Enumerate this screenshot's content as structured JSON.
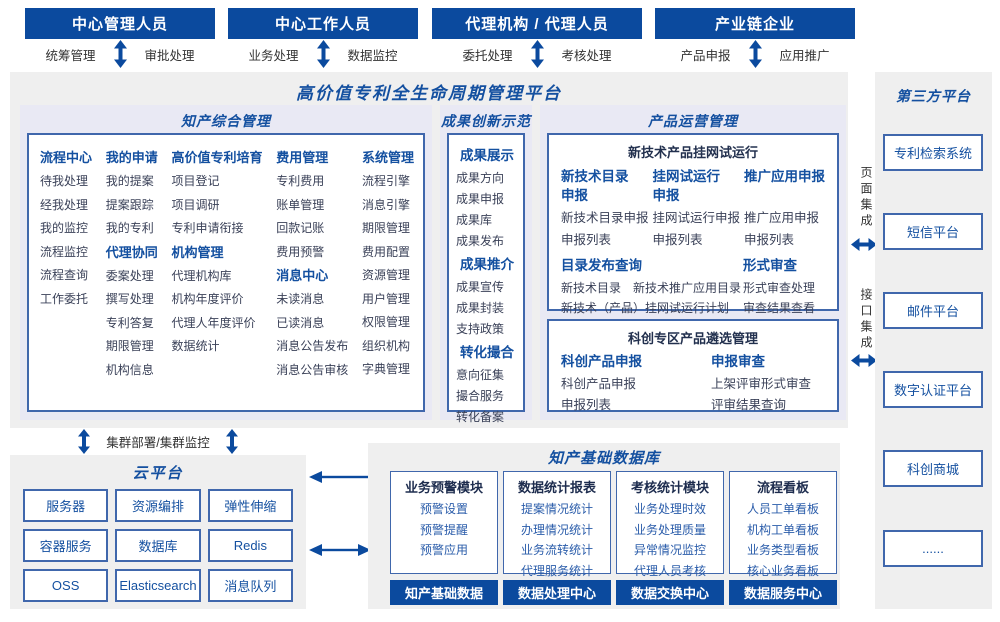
{
  "roles": [
    {
      "title": "中心管理人员",
      "funcs": [
        "统筹管理",
        "审批处理"
      ]
    },
    {
      "title": "中心工作人员",
      "funcs": [
        "业务处理",
        "数据监控"
      ]
    },
    {
      "title": "代理机构 / 代理人员",
      "funcs": [
        "委托处理",
        "考核处理"
      ]
    },
    {
      "title": "产业链企业",
      "funcs": [
        "产品申报",
        "应用推广"
      ]
    }
  ],
  "platform_title": "高价值专利全生命周期管理平台",
  "ip": {
    "title": "知产综合管理",
    "cols": [
      {
        "g": [
          {
            "t": "流程中心",
            "i": [
              "待我处理",
              "经我处理",
              "我的监控",
              "流程监控",
              "流程查询",
              "工作委托"
            ]
          }
        ]
      },
      {
        "g": [
          {
            "t": "我的申请",
            "i": [
              "我的提案",
              "提案跟踪",
              "我的专利"
            ]
          },
          {
            "t": "代理协同",
            "i": [
              "委案处理",
              "撰写处理",
              "专利答复",
              "期限管理",
              "机构信息"
            ]
          }
        ]
      },
      {
        "g": [
          {
            "t": "高价值专利培育",
            "i": [
              "项目登记",
              "项目调研",
              "专利申请衔接"
            ]
          },
          {
            "t": "机构管理",
            "i": [
              "代理机构库",
              "机构年度评价",
              "代理人年度评价",
              "数据统计"
            ]
          }
        ]
      },
      {
        "g": [
          {
            "t": "费用管理",
            "i": [
              "专利费用",
              "账单管理",
              "回款记账",
              "费用预警"
            ]
          },
          {
            "t": "消息中心",
            "i": [
              "未读消息",
              "已读消息",
              "消息公告发布",
              "消息公告审核"
            ]
          }
        ]
      },
      {
        "g": [
          {
            "t": "系统管理",
            "i": [
              "流程引擎",
              "消息引擎",
              "期限管理",
              "费用配置",
              "资源管理",
              "用户管理",
              "权限管理",
              "组织机构",
              "字典管理"
            ]
          }
        ]
      }
    ]
  },
  "inno": {
    "title": "成果创新示范",
    "g": [
      {
        "t": "成果展示",
        "i": [
          "成果方向",
          "成果申报",
          "成果库",
          "成果发布"
        ]
      },
      {
        "t": "成果推介",
        "i": [
          "成果宣传",
          "成果封装",
          "支持政策"
        ]
      },
      {
        "t": "转化撮合",
        "i": [
          "意向征集",
          "撮合服务",
          "转化备案"
        ]
      }
    ]
  },
  "po": {
    "title": "产品运营管理",
    "trial": {
      "t": "新技术产品挂网试运行",
      "g": [
        {
          "t": "新技术目录申报",
          "i": [
            "新技术目录申报",
            "申报列表"
          ]
        },
        {
          "t": "挂网试运行申报",
          "i": [
            "挂网试运行申报",
            "申报列表"
          ]
        },
        {
          "t": "推广应用申报",
          "i": [
            "推广应用申报",
            "申报列表"
          ]
        },
        {
          "t": "目录发布查询",
          "i": [
            "新技术目录",
            "新技术推广应用目录",
            "新技术（产品）挂网试运行计划"
          ]
        },
        {
          "t": "形式审查",
          "i": [
            "形式审查处理",
            "审查结果查看"
          ]
        }
      ]
    },
    "sel": {
      "t": "科创专区产品遴选管理",
      "g": [
        {
          "t": "科创产品申报",
          "i": [
            "科创产品申报",
            "申报列表"
          ]
        },
        {
          "t": "申报审查",
          "i": [
            "上架评审形式审查",
            "评审结果查询"
          ]
        }
      ]
    }
  },
  "integration": {
    "page": "页面集成",
    "api": "接口集成"
  },
  "third": {
    "title": "第三方平台",
    "systems": [
      "专利检索系统",
      "短信平台",
      "邮件平台",
      "数字认证平台",
      "科创商城",
      "......"
    ]
  },
  "cluster_label": "集群部署/集群监控",
  "cloud": {
    "title": "云平台",
    "services": [
      "服务器",
      "资源编排",
      "弹性伸缩",
      "容器服务",
      "数据库",
      "Redis",
      "OSS",
      "Elasticsearch",
      "消息队列"
    ]
  },
  "db": {
    "title": "知产基础数据库",
    "modules": [
      {
        "t": "业务预警模块",
        "i": [
          "预警设置",
          "预警提醒",
          "预警应用"
        ],
        "f": "知产基础数据"
      },
      {
        "t": "数据统计报表",
        "i": [
          "提案情况统计",
          "办理情况统计",
          "业务流转统计",
          "代理服务统计"
        ],
        "f": "数据处理中心"
      },
      {
        "t": "考核统计模块",
        "i": [
          "业务处理时效",
          "业务处理质量",
          "异常情况监控",
          "代理人员考核"
        ],
        "f": "数据交换中心"
      },
      {
        "t": "流程看板",
        "i": [
          "人员工单看板",
          "机构工单看板",
          "业务类型看板",
          "核心业务看板"
        ],
        "f": "数据服务中心"
      }
    ]
  },
  "colors": {
    "primary": "#0b4a9e",
    "accent": "#1450a0",
    "section_bg": "#e9e9f4",
    "panel_bg": "#efefef"
  }
}
